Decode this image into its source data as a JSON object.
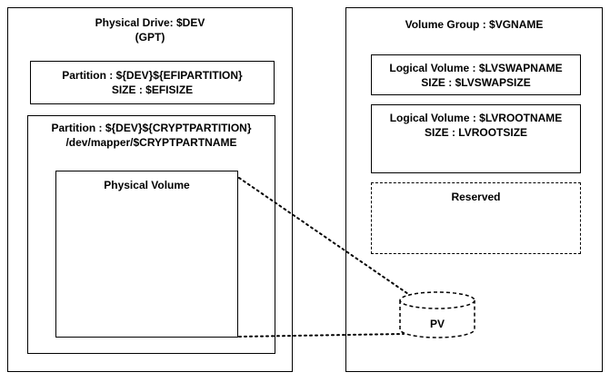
{
  "left_panel": {
    "title_line1": "Physical Drive: $DEV",
    "title_line2": "(GPT)",
    "efi_partition": {
      "line1": "Partition : ${DEV}${EFIPARTITION}",
      "line2": "SIZE : $EFISIZE"
    },
    "crypt_partition": {
      "line1": "Partition : ${DEV}${CRYPTPARTITION}",
      "line2": "/dev/mapper/$CRYPTPARTNAME",
      "physical_volume_label": "Physical Volume"
    }
  },
  "right_panel": {
    "title": "Volume Group : $VGNAME",
    "lv_swap": {
      "line1": "Logical Volume : $LVSWAPNAME",
      "line2": "SIZE : $LVSWAPSIZE"
    },
    "lv_root": {
      "line1": "Logical Volume : $LVROOTNAME",
      "line2": "SIZE : LVROOTSIZE"
    },
    "reserved_label": "Reserved",
    "pv_cylinder_label": "PV"
  },
  "colors": {
    "stroke": "#000000",
    "background": "#ffffff"
  }
}
